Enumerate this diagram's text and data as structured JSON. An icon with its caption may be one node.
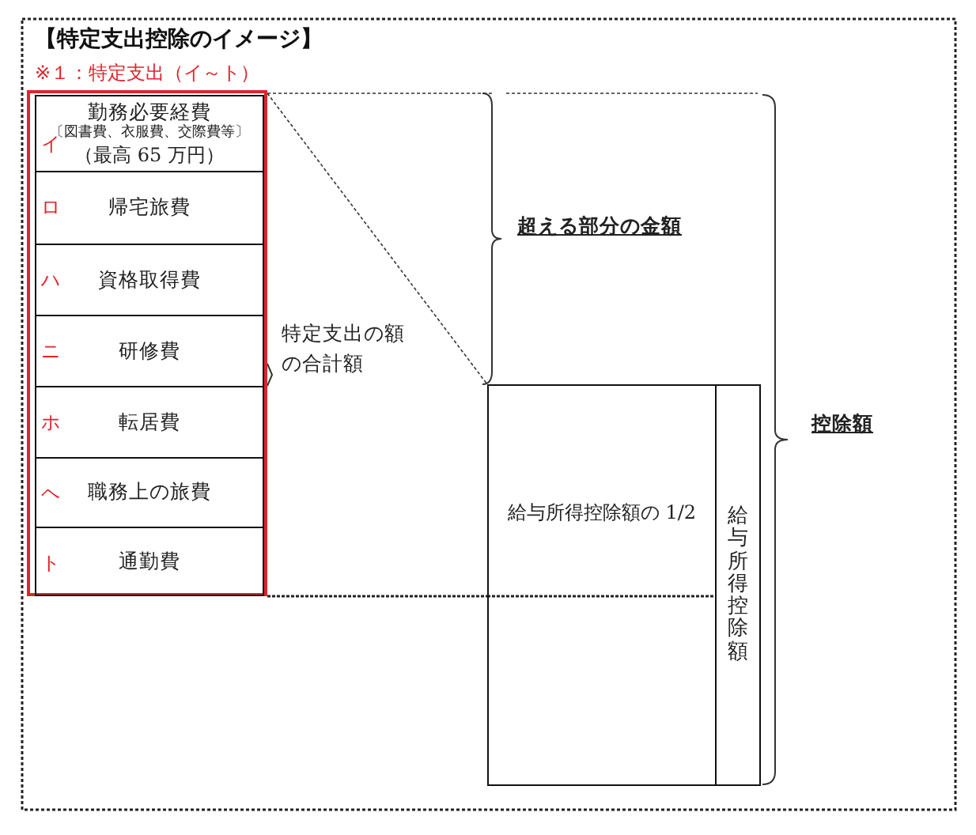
{
  "diagram": {
    "title": "【特定支出控除のイメージ】",
    "nodes": [
      {
        "text": [],
        "shape": "box"
      },
      {
        "text": [
          "イ",
          "勤務必要経費",
          "〔図書費、衣服費、交際費等〕",
          "（最高 65 万円）"
        ],
        "in": 0
      },
      {
        "text": [
          "ロ",
          "帰宅旅費"
        ],
        "in": 0
      },
      {
        "text": [
          "ハ",
          "資格取得費"
        ],
        "in": 0
      },
      {
        "text": [
          "ニ",
          "研修費"
        ],
        "in": 0
      },
      {
        "text": [
          "ホ",
          "転居費"
        ],
        "in": 0
      },
      {
        "text": [
          "ヘ",
          "職務上の旅費"
        ],
        "in": 0
      },
      {
        "text": [
          "ト",
          "通勤費"
        ],
        "in": 0
      },
      {
        "text": [
          "給与所得控除額の 1/2"
        ]
      },
      {
        "text": [
          "給与所得控除額"
        ]
      }
    ],
    "labels": [
      "※１：特定支出（イ～ト）",
      "特定支出の額の合計額",
      "超える部分の金額",
      "控除額"
    ]
  }
}
